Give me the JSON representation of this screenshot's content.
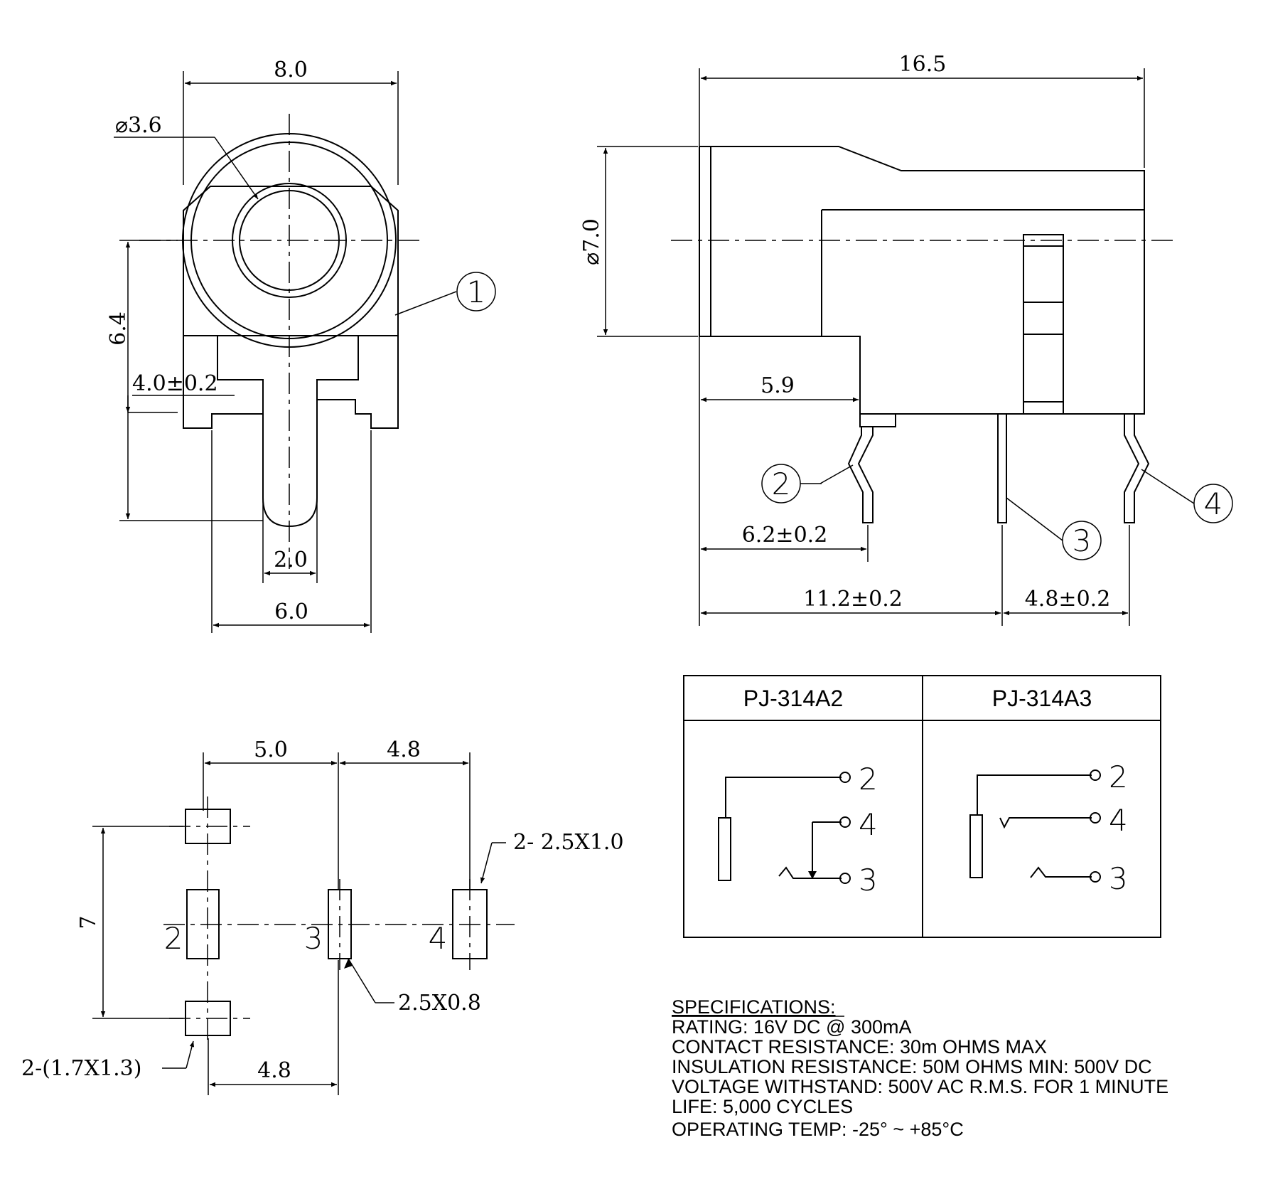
{
  "front_view": {
    "width_dim": "8.0",
    "bore_dim": "⌀3.6",
    "height_dim": "6.4",
    "offset_dim": "4.0±0.2",
    "pin_dim": "2.0",
    "base_dim": "6.0",
    "callout_1": "1"
  },
  "side_view": {
    "length_dim": "16.5",
    "dia_dim": "⌀7.0",
    "dim_5_9": "5.9",
    "dim_6_2": "6.2±0.2",
    "dim_11_2": "11.2±0.2",
    "dim_4_8": "4.8±0.2",
    "callout_2": "2",
    "callout_3": "3",
    "callout_4": "4"
  },
  "footprint": {
    "dim_5_0": "5.0",
    "dim_4_8_top": "4.8",
    "dim_4_8_bottom": "4.8",
    "dim_7": "7",
    "pad_label_1": "2- 2.5X1.0",
    "pad_label_2": "2.5X0.8",
    "pad_label_3": "2-(1.7X1.3)",
    "pin_2": "2",
    "pin_3": "3",
    "pin_4": "4"
  },
  "schematic_table": {
    "col1_title": "PJ-314A2",
    "col2_title": "PJ-314A3",
    "pins": [
      "2",
      "4",
      "3"
    ]
  },
  "specifications": {
    "heading": "SPECIFICATIONS:",
    "lines": [
      "RATING: 16V DC @ 300mA",
      "CONTACT RESISTANCE: 30m OHMS MAX",
      "INSULATION RESISTANCE: 50M OHMS MIN: 500V DC",
      "VOLTAGE WITHSTAND: 500V AC R.M.S. FOR 1 MINUTE",
      "LIFE: 5,000 CYCLES",
      "OPERATING TEMP:  -25° ~ +85°C"
    ]
  }
}
